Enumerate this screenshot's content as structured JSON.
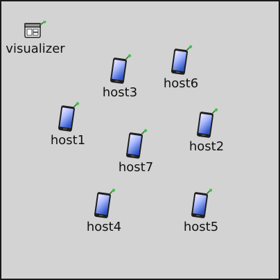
{
  "canvas": {
    "background": "#d3d3d3",
    "border_color": "#1a1a1a"
  },
  "visualizer": {
    "label": "visualizer",
    "icon": "visualizer-window-icon"
  },
  "hosts": [
    {
      "label": "host1",
      "icon": "mobile-phone-icon"
    },
    {
      "label": "host2",
      "icon": "mobile-phone-icon"
    },
    {
      "label": "host3",
      "icon": "mobile-phone-icon"
    },
    {
      "label": "host4",
      "icon": "mobile-phone-icon"
    },
    {
      "label": "host5",
      "icon": "mobile-phone-icon"
    },
    {
      "label": "host6",
      "icon": "mobile-phone-icon"
    },
    {
      "label": "host7",
      "icon": "mobile-phone-icon"
    }
  ],
  "colors": {
    "phone_body": "#222222",
    "phone_screen_top": "#e8e4ff",
    "phone_screen_bottom": "#3a63d6",
    "status_dot": "#3cb043"
  }
}
